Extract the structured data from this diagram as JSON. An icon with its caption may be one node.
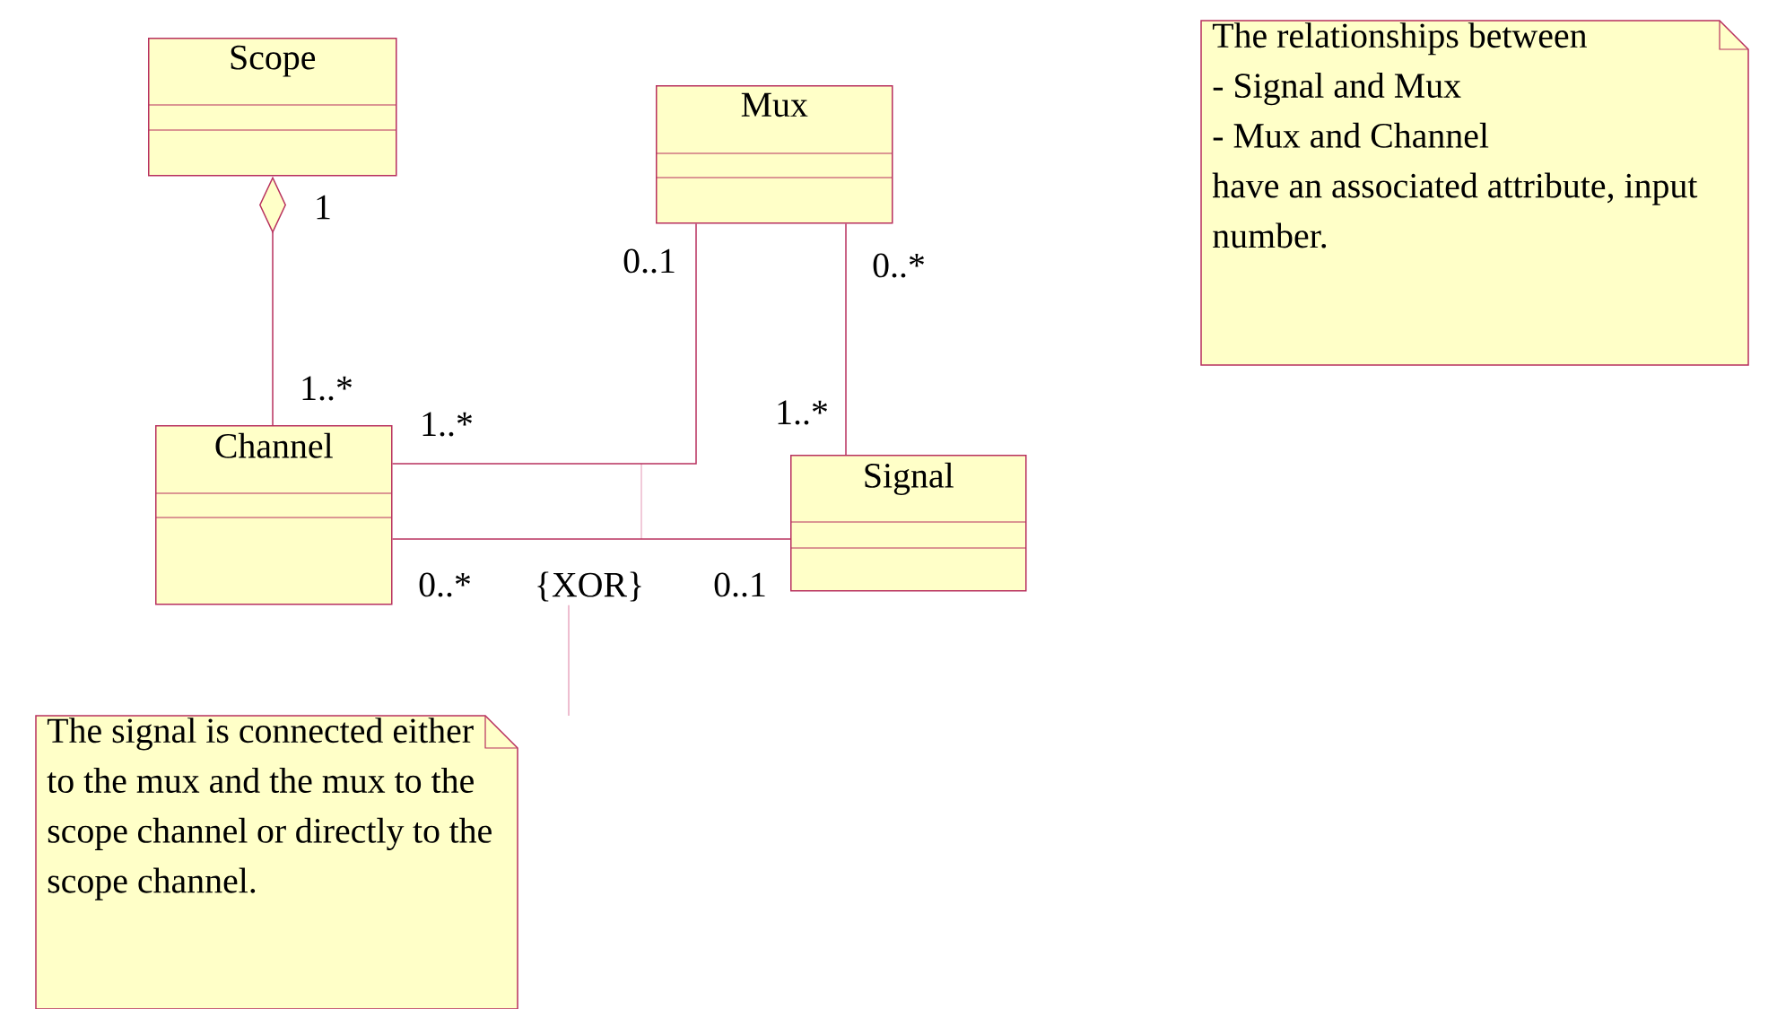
{
  "diagram": {
    "nodes": [
      {
        "text": [
          "Scope"
        ]
      },
      {
        "text": [
          "Mux"
        ]
      },
      {
        "text": [
          "The relationships between",
          "- Signal and Mux",
          "- Mux and Channel",
          "have an associated attribute, input number."
        ]
      },
      {
        "text": [
          "Channel"
        ]
      },
      {
        "text": [
          "Signal"
        ]
      },
      {
        "text": [
          "{XOR}"
        ]
      },
      {
        "text": [
          "The signal is connected either to the mux and the mux to the scope channel or directly to the scope channel."
        ]
      }
    ],
    "edges": [
      {
        "from": 0,
        "to": 3,
        "arrow": "other"
      },
      {
        "from": 1,
        "to": 3,
        "arrow": "none"
      },
      {
        "from": 1,
        "to": 4,
        "arrow": "none"
      },
      {
        "from": 3,
        "to": 4,
        "arrow": "none"
      },
      {
        "from": 6,
        "to": 5,
        "arrow": "none",
        "color": "#e8a8c0"
      }
    ],
    "labels": [
      "1",
      "0..1",
      "0..*",
      "1..*",
      "1..*",
      "1..*",
      "0..*",
      "0..1"
    ]
  }
}
